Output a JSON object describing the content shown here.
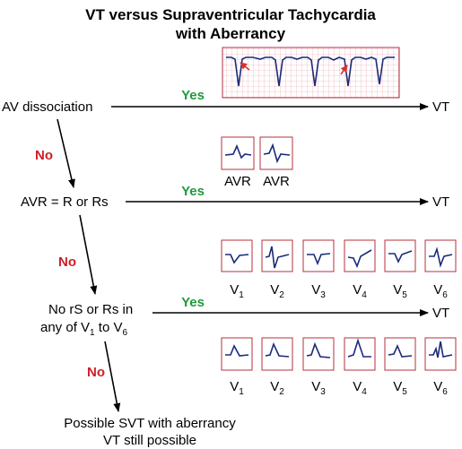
{
  "title": {
    "line1": "VT versus Supraventricular Tachycardia",
    "line2": "with Aberrancy"
  },
  "steps": {
    "av_dissociation": "AV dissociation",
    "avr_rule": "AVR = R or Rs",
    "no_rs_line1": "No rS or Rs in",
    "no_rs_line2": "any of V",
    "no_rs_sub": "1",
    "no_rs_line2_tail": " to V",
    "no_rs_sub2": "6",
    "conclusion_line1": "Possible SVT with aberrancy",
    "conclusion_line2": "VT still possible"
  },
  "answers": {
    "yes": "Yes",
    "no": "No",
    "result": "VT"
  },
  "lead_labels": {
    "avr": [
      "AVR",
      "AVR"
    ],
    "precordial": [
      {
        "base": "V",
        "sub": "1"
      },
      {
        "base": "V",
        "sub": "2"
      },
      {
        "base": "V",
        "sub": "3"
      },
      {
        "base": "V",
        "sub": "4"
      },
      {
        "base": "V",
        "sub": "5"
      },
      {
        "base": "V",
        "sub": "6"
      }
    ]
  },
  "colors": {
    "yes": "#1f9a3c",
    "no": "#cc1f27",
    "trace": "#1b2a7a",
    "grid": "#e9a3ab",
    "box_border": "#b5323c",
    "arrow": "#000000",
    "pointer": "#d8332f"
  }
}
